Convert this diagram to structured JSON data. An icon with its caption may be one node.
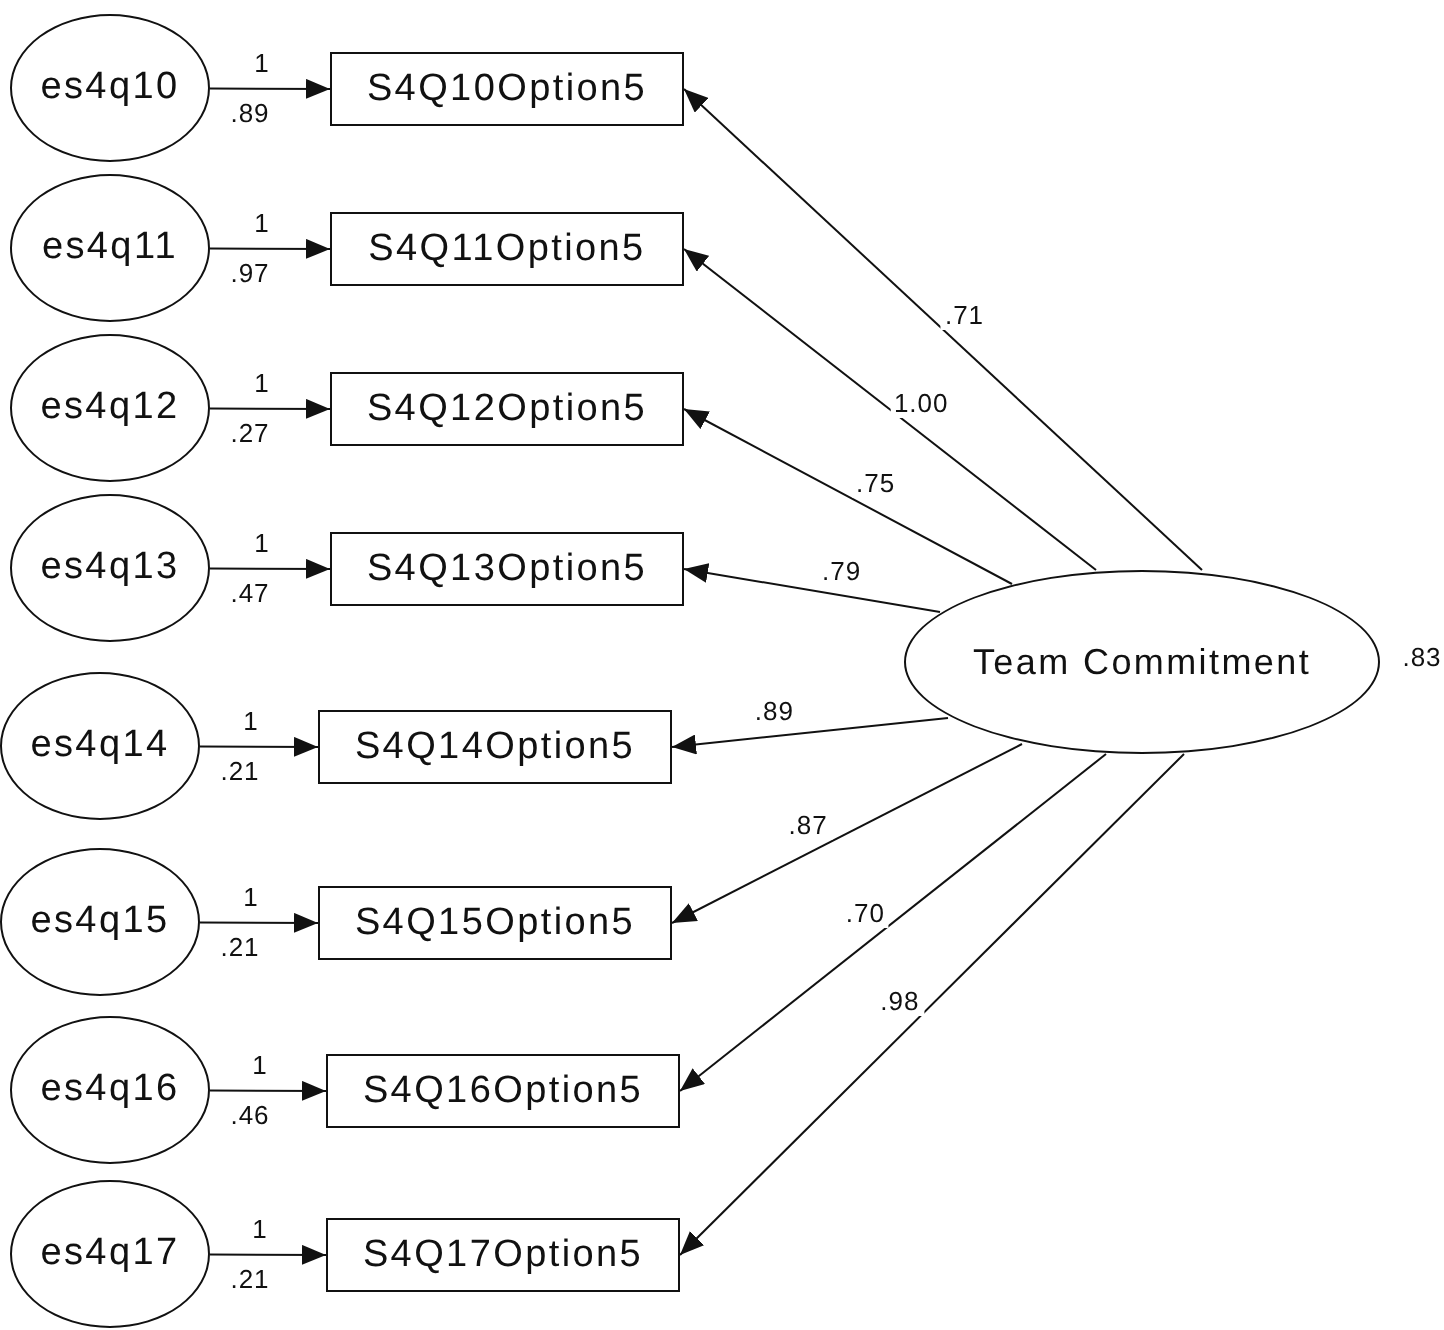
{
  "diagram": {
    "nodes": [
      {
        "text": [
          "es4q10"
        ]
      },
      {
        "text": [
          "S4Q10Option5"
        ]
      },
      {
        "text": [
          "es4q11"
        ]
      },
      {
        "text": [
          "S4Q11Option5"
        ]
      },
      {
        "text": [
          "es4q12"
        ]
      },
      {
        "text": [
          "S4Q12Option5"
        ]
      },
      {
        "text": [
          "es4q13"
        ]
      },
      {
        "text": [
          "S4Q13Option5"
        ]
      },
      {
        "text": [
          "es4q14"
        ]
      },
      {
        "text": [
          "S4Q14Option5"
        ]
      },
      {
        "text": [
          "es4q15"
        ]
      },
      {
        "text": [
          "S4Q15Option5"
        ]
      },
      {
        "text": [
          "es4q16"
        ]
      },
      {
        "text": [
          "S4Q16Option5"
        ]
      },
      {
        "text": [
          "es4q17"
        ]
      },
      {
        "text": [
          "S4Q17Option5"
        ]
      },
      {
        "text": [
          "Team Commitment"
        ],
        "beside": [
          ".83"
        ]
      }
    ],
    "edges": [
      {
        "from": 0,
        "to": 1,
        "arrow": "to",
        "label": "1"
      },
      {
        "from": 2,
        "to": 3,
        "arrow": "to",
        "label": "1"
      },
      {
        "from": 4,
        "to": 5,
        "arrow": "to",
        "label": "1"
      },
      {
        "from": 6,
        "to": 7,
        "arrow": "to",
        "label": "1"
      },
      {
        "from": 8,
        "to": 9,
        "arrow": "to",
        "label": "1"
      },
      {
        "from": 10,
        "to": 11,
        "arrow": "to",
        "label": "1"
      },
      {
        "from": 12,
        "to": 13,
        "arrow": "to",
        "label": "1"
      },
      {
        "from": 14,
        "to": 15,
        "arrow": "to",
        "label": "1"
      },
      {
        "from": 16,
        "to": 1,
        "arrow": "to",
        "label": ".71"
      },
      {
        "from": 16,
        "to": 3,
        "arrow": "to",
        "label": "1.00"
      },
      {
        "from": 16,
        "to": 5,
        "arrow": "to",
        "label": ".75"
      },
      {
        "from": 16,
        "to": 7,
        "arrow": "to",
        "label": ".79"
      },
      {
        "from": 16,
        "to": 9,
        "arrow": "to",
        "label": ".89"
      },
      {
        "from": 16,
        "to": 11,
        "arrow": "to",
        "label": ".87"
      },
      {
        "from": 16,
        "to": 13,
        "arrow": "to",
        "label": ".70"
      },
      {
        "from": 16,
        "to": 15,
        "arrow": "to",
        "label": ".98"
      }
    ],
    "labels": [
      ".89",
      ".97",
      ".27",
      ".47",
      ".21",
      ".21",
      ".46",
      ".21"
    ]
  }
}
